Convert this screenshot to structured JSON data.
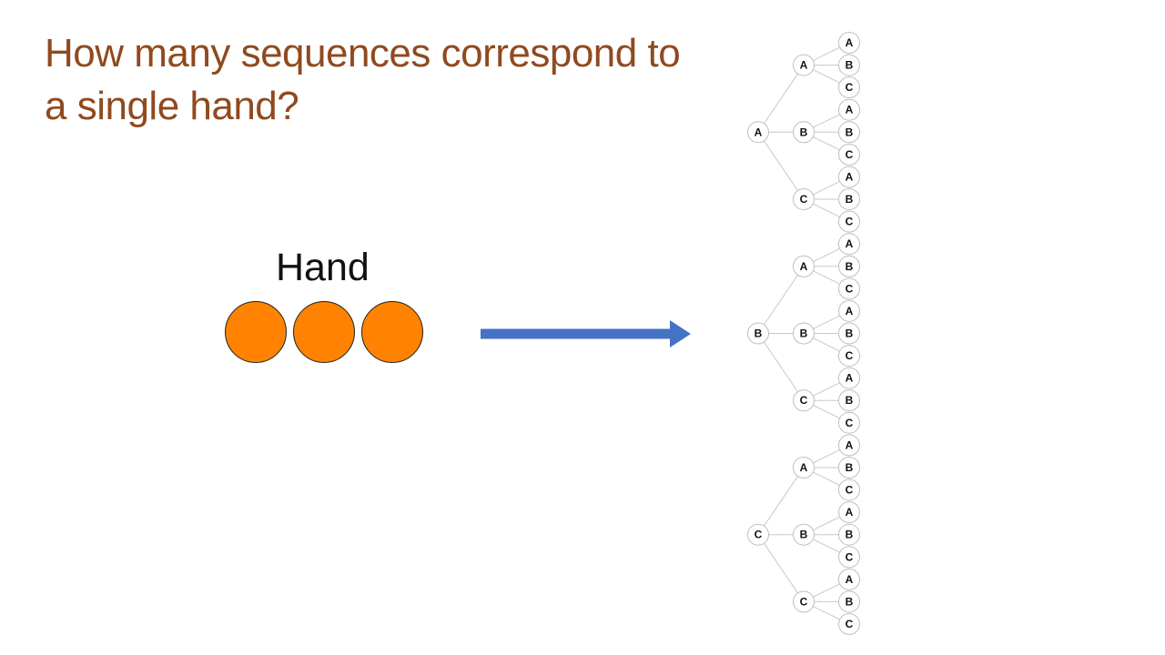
{
  "slide": {
    "title": "How many sequences correspond to\na single hand?"
  },
  "hand": {
    "label": "Hand",
    "circle_count": 3
  },
  "arrow": {
    "direction": "right"
  },
  "tree": {
    "branching_labels": [
      "A",
      "B",
      "C"
    ],
    "depth": 3,
    "root_count": 3,
    "leaf_count": 27
  },
  "colors": {
    "title": "#8F4A1F",
    "hand_label": "#111111",
    "hand_circle_fill": "#FF8300",
    "hand_circle_border": "#1F1F1F",
    "arrow": "#4472C4",
    "tree_node_fill": "#FFFFFF",
    "tree_node_border": "#BFBFBF",
    "tree_edge": "#C9C9C9",
    "tree_label": "#111111"
  }
}
